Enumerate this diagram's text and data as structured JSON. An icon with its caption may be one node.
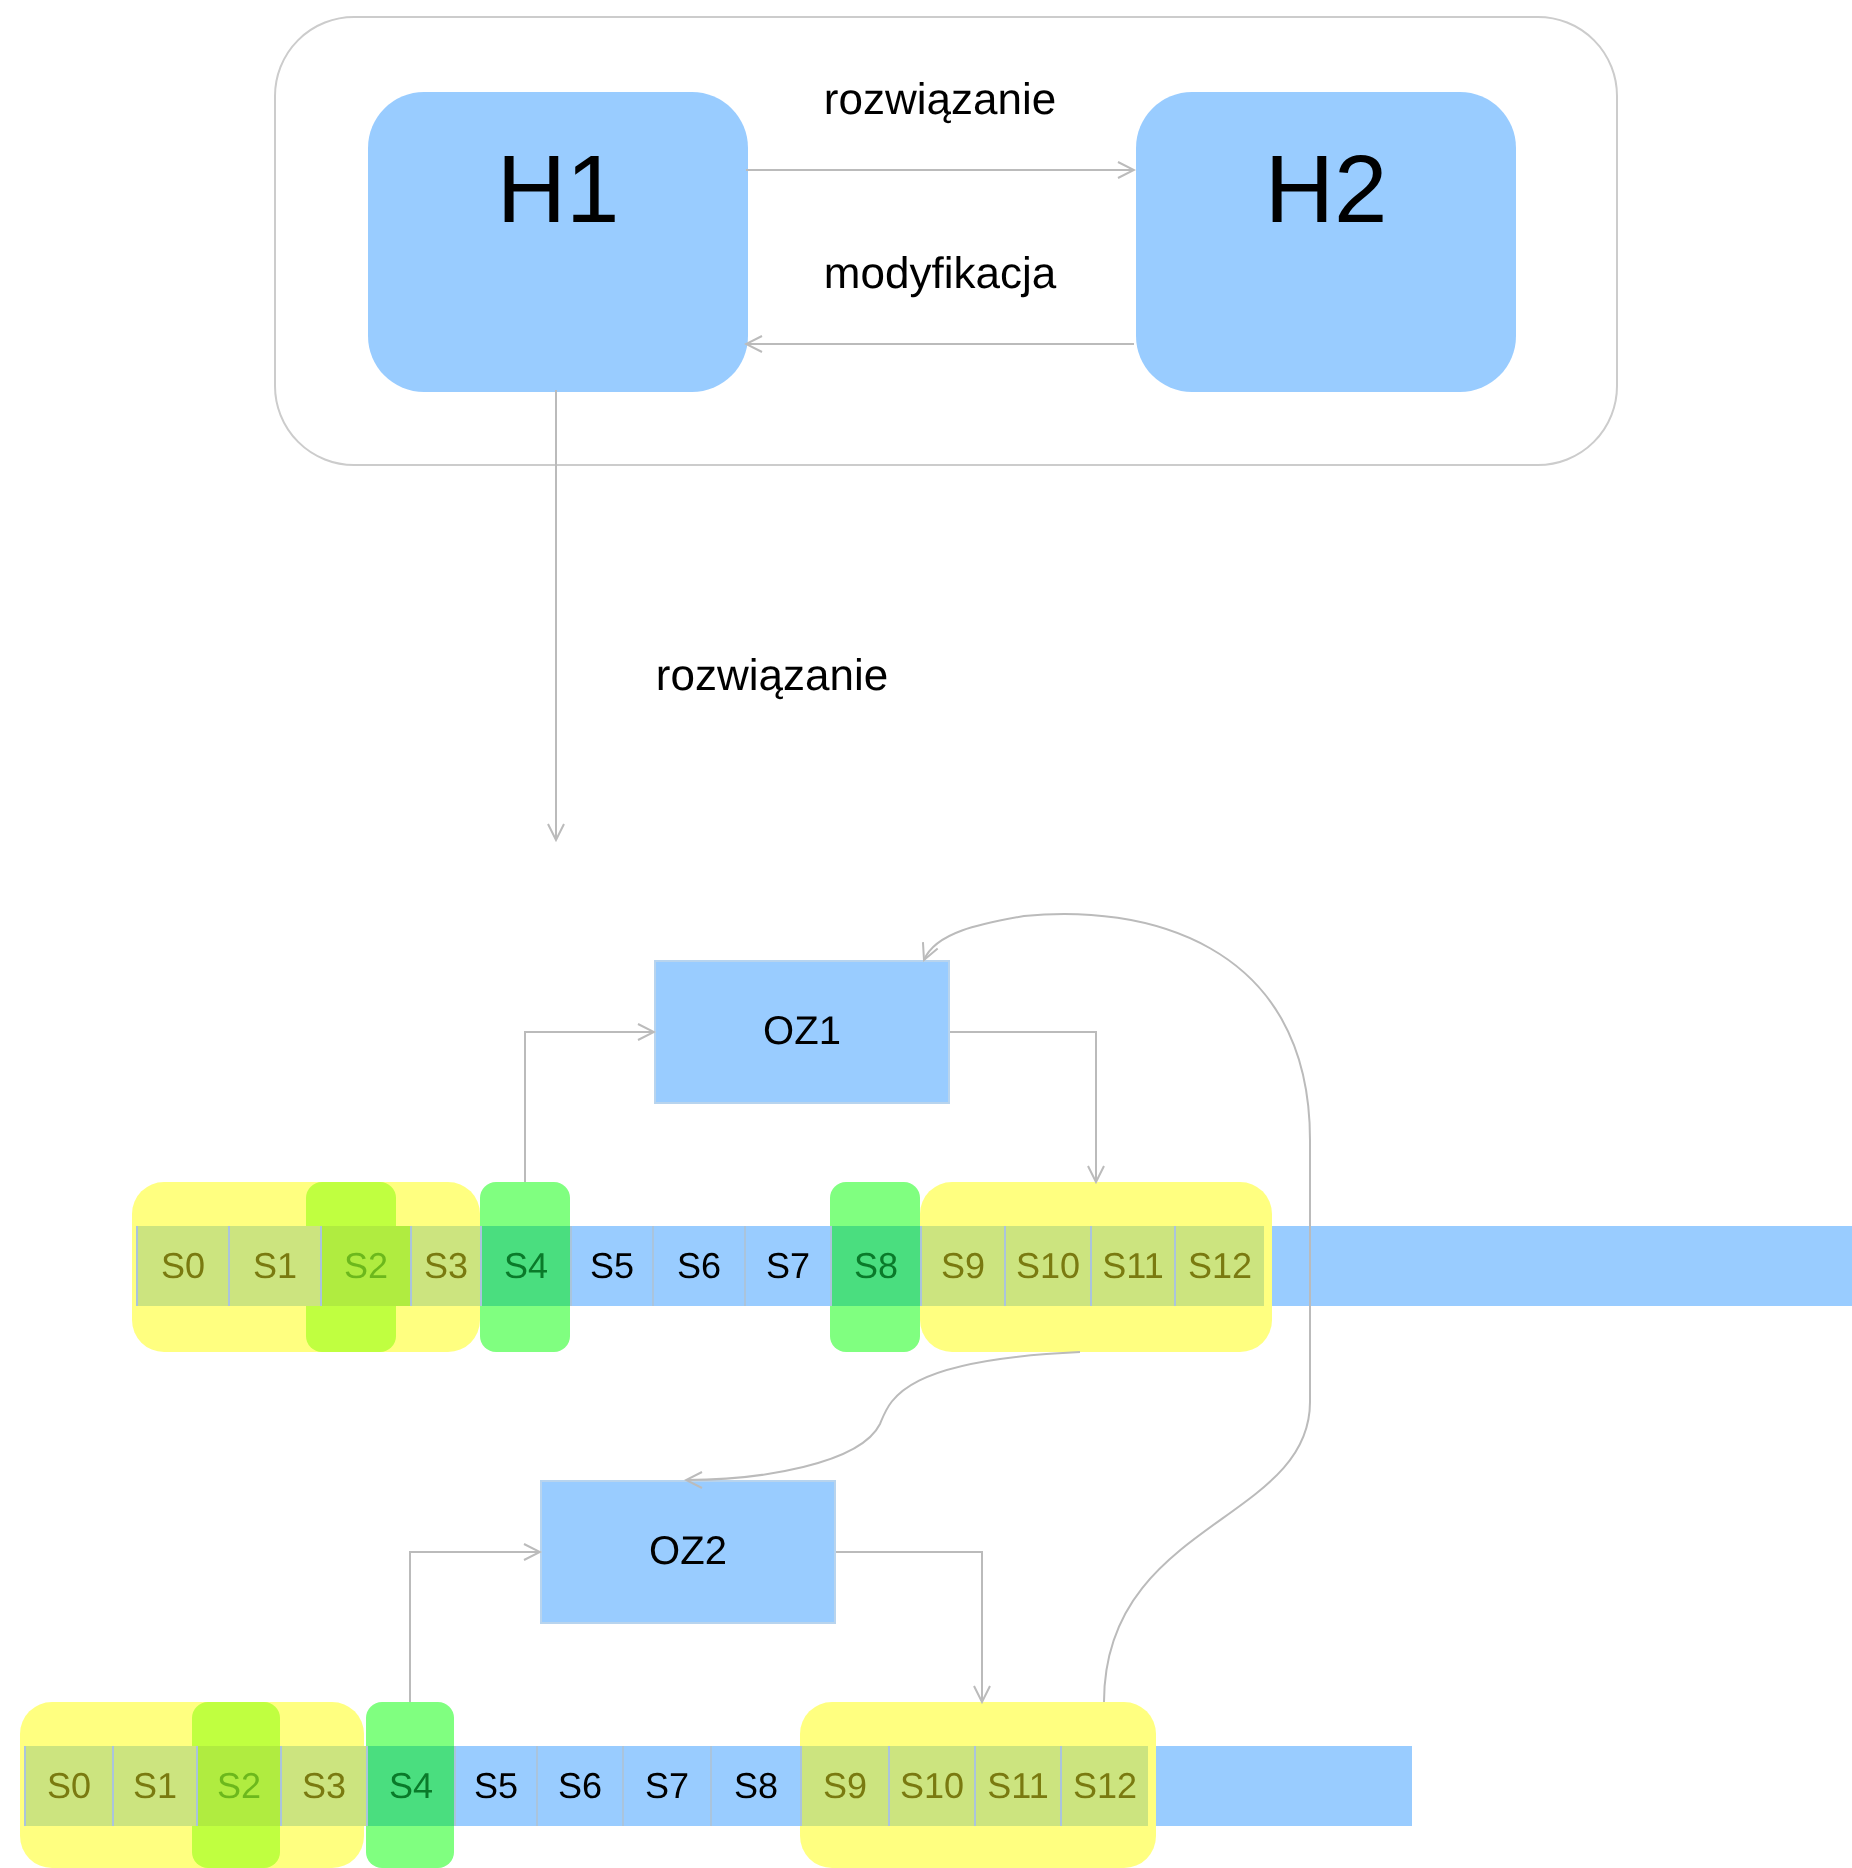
{
  "diagram": {
    "nodes": [
      {
        "text": [],
        "shape": "box"
      },
      {
        "text": [
          "H1"
        ],
        "in": 0
      },
      {
        "text": [
          "H2"
        ],
        "in": 0
      },
      {
        "text": [
          "OZ1"
        ]
      },
      {
        "text": [],
        "shape": "box"
      },
      {
        "text": [],
        "shape": "box",
        "in": 4
      },
      {
        "text": [],
        "shape": "box"
      },
      {
        "text": [],
        "shape": "box"
      },
      {
        "text": [],
        "shape": "box"
      },
      {
        "text": [
          "S0"
        ],
        "in": 4
      },
      {
        "text": [
          "S1"
        ],
        "in": 4
      },
      {
        "text": [
          "S2"
        ],
        "in": 5
      },
      {
        "text": [
          "S3"
        ],
        "in": 4
      },
      {
        "text": [
          "S4"
        ],
        "in": 6
      },
      {
        "text": [
          "S5"
        ]
      },
      {
        "text": [
          "S6"
        ]
      },
      {
        "text": [
          "S7"
        ]
      },
      {
        "text": [
          "S8"
        ],
        "in": 7
      },
      {
        "text": [
          "S9"
        ],
        "in": 8
      },
      {
        "text": [
          "S10"
        ],
        "in": 8
      },
      {
        "text": [
          "S11"
        ],
        "in": 8
      },
      {
        "text": [
          "S12"
        ],
        "in": 8
      },
      {
        "text": [
          "OZ2"
        ]
      },
      {
        "text": [],
        "shape": "box"
      },
      {
        "text": [],
        "shape": "box",
        "in": 23
      },
      {
        "text": [],
        "shape": "box"
      },
      {
        "text": [],
        "shape": "box"
      },
      {
        "text": [
          "S0"
        ],
        "in": 23
      },
      {
        "text": [
          "S1"
        ],
        "in": 23
      },
      {
        "text": [
          "S2"
        ],
        "in": 24
      },
      {
        "text": [
          "S3"
        ],
        "in": 23
      },
      {
        "text": [
          "S4"
        ],
        "in": 25
      },
      {
        "text": [
          "S5"
        ]
      },
      {
        "text": [
          "S6"
        ]
      },
      {
        "text": [
          "S7"
        ]
      },
      {
        "text": [
          "S8"
        ]
      },
      {
        "text": [
          "S9"
        ],
        "in": 26
      },
      {
        "text": [
          "S10"
        ],
        "in": 26
      },
      {
        "text": [
          "S11"
        ],
        "in": 26
      },
      {
        "text": [
          "S12"
        ],
        "in": 26
      }
    ],
    "edges": [
      {
        "from": 1,
        "to": 2,
        "arrow": "to",
        "label": "rozwiązanie"
      },
      {
        "from": 2,
        "to": 1,
        "arrow": "to",
        "label": "modyfikacja"
      },
      {
        "from": 1,
        "to": null,
        "arrow": "to",
        "label": "rozwiązanie"
      },
      {
        "from": 6,
        "to": 3,
        "arrow": "to"
      },
      {
        "from": 3,
        "to": 8,
        "arrow": "to"
      },
      {
        "from": 8,
        "to": 22,
        "arrow": "to"
      },
      {
        "from": 25,
        "to": 22,
        "arrow": "to"
      },
      {
        "from": 22,
        "to": 26,
        "arrow": "to"
      },
      {
        "from": 26,
        "to": 3,
        "arrow": "to"
      }
    ]
  }
}
